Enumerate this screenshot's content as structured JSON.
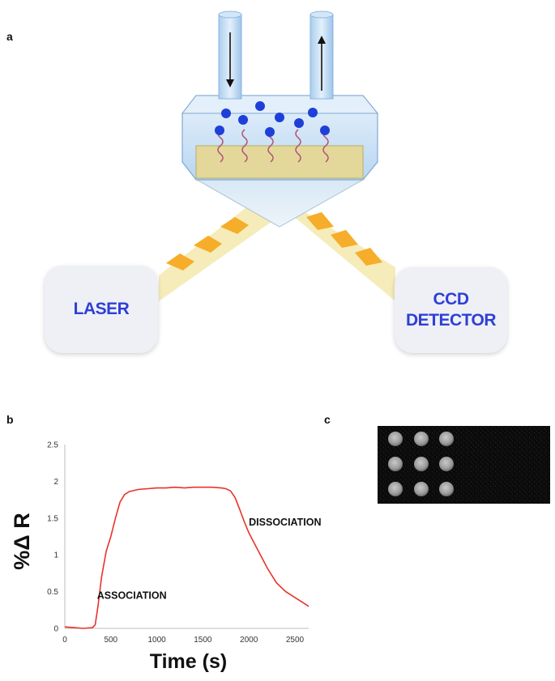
{
  "panels": {
    "a": "a",
    "b": "b",
    "c": "c"
  },
  "diagram": {
    "laser_label": "LASER",
    "ccd_label_line1": "CCD",
    "ccd_label_line2": "DETECTOR"
  },
  "chart_data": {
    "type": "line",
    "xlabel": "Time (s)",
    "ylabel": "%Δ R",
    "xlim": [
      0,
      2650
    ],
    "ylim": [
      0,
      2.5
    ],
    "x_ticks": [
      0,
      500,
      1000,
      1500,
      2000,
      2500
    ],
    "y_ticks": [
      0,
      0.5,
      1,
      1.5,
      2,
      2.5
    ],
    "annotations": [
      {
        "text": "ASSOCIATION",
        "x": 350,
        "y": 0.4
      },
      {
        "text": "DISSOCIATION",
        "x": 2000,
        "y": 1.4
      }
    ],
    "series": [
      {
        "color": "#e8332a",
        "x": [
          0,
          100,
          200,
          300,
          330,
          360,
          400,
          450,
          500,
          550,
          600,
          650,
          700,
          800,
          900,
          1000,
          1100,
          1200,
          1300,
          1400,
          1500,
          1600,
          1700,
          1750,
          1800,
          1850,
          1900,
          1950,
          2000,
          2050,
          2100,
          2150,
          2200,
          2300,
          2400,
          2500,
          2600,
          2650
        ],
        "y": [
          0.02,
          0.01,
          0.0,
          0.01,
          0.05,
          0.3,
          0.7,
          1.05,
          1.25,
          1.5,
          1.72,
          1.82,
          1.86,
          1.89,
          1.9,
          1.91,
          1.91,
          1.92,
          1.91,
          1.92,
          1.92,
          1.92,
          1.91,
          1.9,
          1.87,
          1.78,
          1.62,
          1.45,
          1.3,
          1.18,
          1.06,
          0.94,
          0.82,
          0.62,
          0.5,
          0.42,
          0.34,
          0.3
        ]
      }
    ]
  },
  "colors": {
    "fluid": "#cfe4f7",
    "sensor_gold": "#e3d89a",
    "beam": "#f3e7a7",
    "chevron": "#f6ad2a",
    "molecule": "#1f3fd9",
    "ligand": "#b35a7a",
    "curve": "#e8332a"
  }
}
